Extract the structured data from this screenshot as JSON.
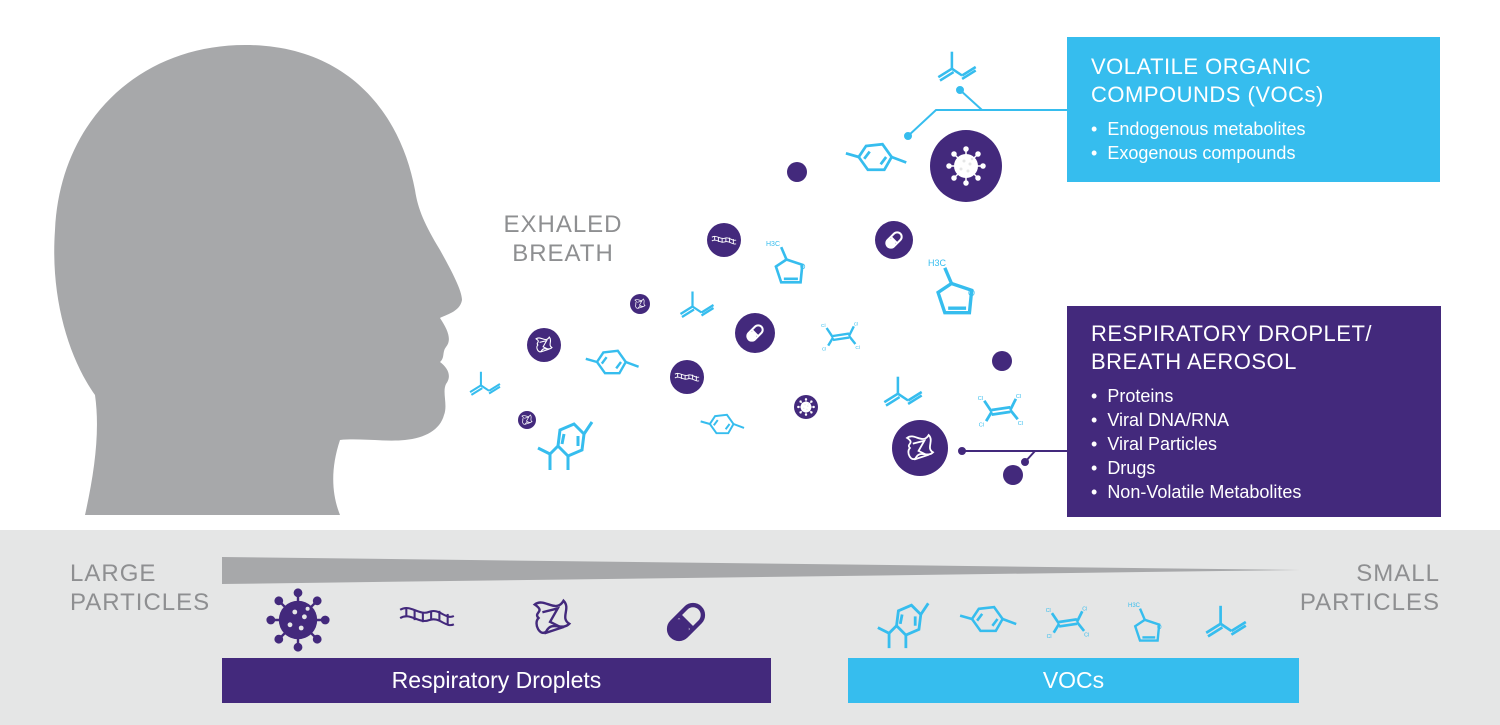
{
  "labels": {
    "exhaled_line1": "EXHALED",
    "exhaled_line2": "BREATH",
    "large_line1": "LARGE",
    "large_line2": "PARTICLES",
    "small_line1": "SMALL",
    "small_line2": "PARTICLES"
  },
  "voc_box": {
    "title_line1": "VOLATILE ORGANIC",
    "title_line2": "COMPOUNDS (VOCs)",
    "items": [
      "Endogenous metabolites",
      "Exogenous compounds"
    ]
  },
  "aerosol_box": {
    "title_line1": "RESPIRATORY DROPLET/",
    "title_line2": "BREATH AEROSOL",
    "items": [
      "Proteins",
      "Viral DNA/RNA",
      "Viral Particles",
      "Drugs",
      "Non-Volatile Metabolites"
    ]
  },
  "scale_bars": {
    "droplets_label": "Respiratory Droplets",
    "vocs_label": "VOCs"
  },
  "molecule_labels": {
    "chlorine": "Cl",
    "methyl": "H3C",
    "oxygen": "O"
  },
  "icons": [
    "head-silhouette",
    "virus-icon",
    "dna-icon",
    "protein-icon",
    "pill-icon",
    "xylene-icon",
    "ethylene-icon",
    "furan-icon",
    "isoprene-icon",
    "cymene-icon"
  ],
  "colors": {
    "purple": "#43297c",
    "blue": "#36bdee",
    "gray": "#a7a8aa",
    "panel": "#e5e6e6"
  }
}
